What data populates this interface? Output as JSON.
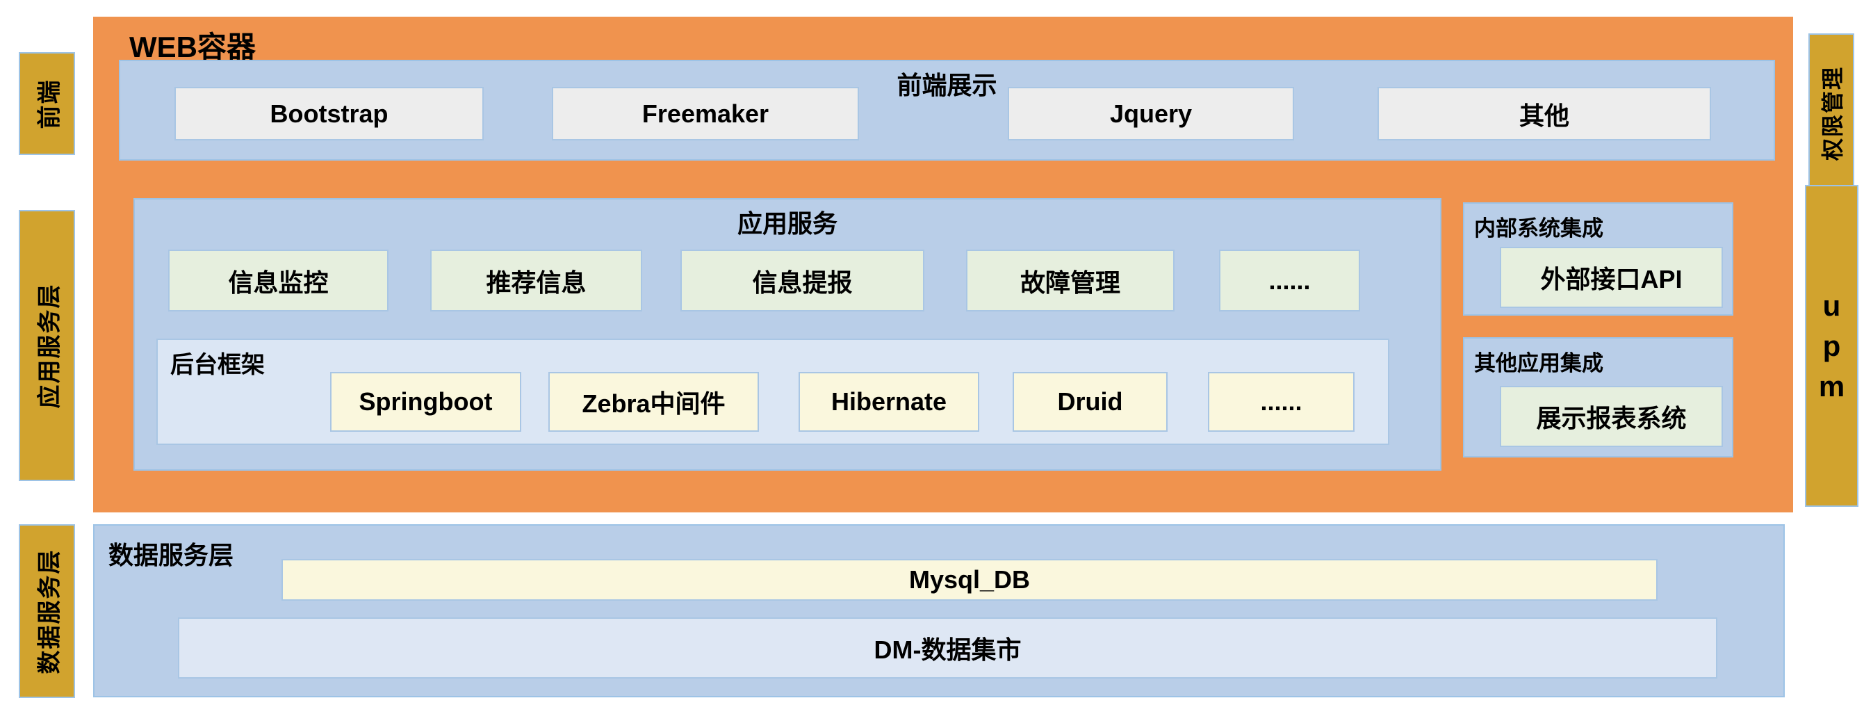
{
  "colors": {
    "orange": "#F0934E",
    "gold": "#D1A32E",
    "panel_blue": "#B9CEE8",
    "subpanel_blue": "#DBE6F4",
    "chip_green": "#E6EFDE",
    "chip_yellow": "#FAF7DD",
    "chip_gray": "#EDEDED",
    "chip_paleblue": "#DEE7F4",
    "border_blue": "#9DC3E6"
  },
  "left_rail": {
    "items": [
      {
        "label": "前端"
      },
      {
        "label": "应用服务层"
      },
      {
        "label": "数据服务层"
      }
    ]
  },
  "right_rail": {
    "permission_label": "权限管理",
    "upm_letters": {
      "0": "u",
      "1": "p",
      "2": "m"
    }
  },
  "web_container": {
    "title": "WEB容器",
    "frontend_panel": {
      "title": "前端展示",
      "items": [
        "Bootstrap",
        "Freemaker",
        "Jquery",
        "其他"
      ]
    },
    "app_panel": {
      "title": "应用服务",
      "services": [
        "信息监控",
        "推荐信息",
        "信息提报",
        "故障管理",
        "......"
      ],
      "backend": {
        "title": "后台框架",
        "items": [
          "Springboot",
          "Zebra中间件",
          "Hibernate",
          "Druid",
          "......"
        ]
      }
    },
    "integration_panels": [
      {
        "title": "内部系统集成",
        "item": "外部接口API"
      },
      {
        "title": "其他应用集成",
        "item": "展示报表系统"
      }
    ]
  },
  "data_layer": {
    "title": "数据服务层",
    "db_label": "Mysql_DB",
    "dm_label": "DM-数据集市"
  }
}
